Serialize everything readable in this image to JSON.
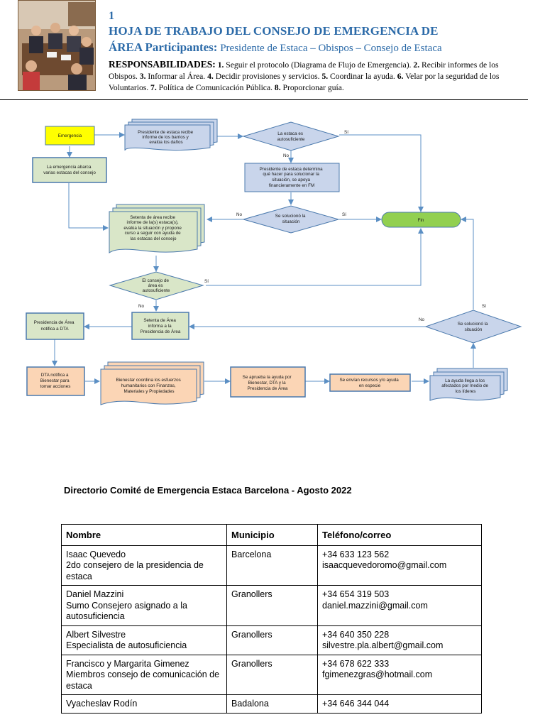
{
  "header": {
    "page_number": "1",
    "title_line1": "HOJA DE TRABAJO DEL CONSEJO DE EMERGENCIA DE",
    "title_line2_bold": "ÁREA Participantes:",
    "title_line2_rest": " Presidente de Estaca – Obispos – Consejo de Estaca",
    "responsibilities_label": "RESPONSABILIDADES:",
    "responsibilities": [
      {
        "n": "1.",
        "text": " Seguir el protocolo (Diagrama de Flujo de Emergencia). "
      },
      {
        "n": "2.",
        "text": " Recibir informes de los Obispos. "
      },
      {
        "n": "3.",
        "text": " Informar al Área. "
      },
      {
        "n": "4.",
        "text": " Decidir provisiones y servicios. "
      },
      {
        "n": "5.",
        "text": " Coordinar la ayuda. "
      },
      {
        "n": "6.",
        "text": " Velar por la seguridad de los Voluntarios. "
      },
      {
        "n": "7.",
        "text": " Política de Comunicación Pública. "
      },
      {
        "n": "8.",
        "text": " Proporcionar guía."
      }
    ]
  },
  "flowchart": {
    "emergencia": "Emergencia",
    "presidente_recibe": [
      "Presidente de estaca recibe",
      "informe  de los barrios y",
      "evalúa los daños"
    ],
    "estaca_autosuficiente": [
      "La estaca es",
      "autosuficiente"
    ],
    "presidente_determina": [
      "Presidente de estaca determina",
      "qué hacer para solucionar la",
      "situación,  se  apoya",
      "financieramente  en FM"
    ],
    "abarca": [
      "La emergencia abarca",
      "varias estacas del consejo"
    ],
    "setenta_recibe": [
      "Setenta de área recibe",
      "informe  de la(s) estaca(s),",
      "evalúa la situación y propone",
      "curso a seguir con ayuda de",
      "las estacas del consejo"
    ],
    "se_soluciono_1": [
      "Se solucionó la",
      "situación"
    ],
    "fin": "Fin",
    "consejo_autosuficiente": [
      "El consejo de",
      "área es",
      "autosuficiente"
    ],
    "setenta_informa": [
      "Setenta de Área",
      "informa a la",
      "Presidencia de Área"
    ],
    "presidencia_notifica": [
      "Presidencia de Área",
      "notifica a DTA"
    ],
    "se_soluciono_2": [
      "Se solucionó la",
      "situación"
    ],
    "dta_notifica": [
      "DTA notifica a",
      "Bienestar para",
      "tomar acciones"
    ],
    "bienestar_coordina": [
      "Bienestar coordina los esfuerzos",
      "humanitarios con Finanzas,",
      "Materiales y Propiedades"
    ],
    "aprueba": [
      "Se aprueba la ayuda por",
      "Bienestar, DTA y la",
      "Presidencia de Área"
    ],
    "envian": [
      "Se envían recursos y/o ayuda",
      "en especie"
    ],
    "ayuda_llega": [
      "La ayuda llega a los",
      "afectados por medio de",
      "los líderes"
    ],
    "yes": "Sí",
    "no": "No"
  },
  "directory": {
    "title": "Directorio Comité de Emergencia Estaca Barcelona - Agosto 2022",
    "headers": [
      "Nombre",
      "Municipio",
      "Teléfono/correo"
    ],
    "rows": [
      {
        "name": "Isaac Quevedo",
        "role": "2do consejero de la presidencia de estaca",
        "city": "Barcelona",
        "phone": "+34 633 123 562",
        "email": "isaacquevedoromo@gmail.com"
      },
      {
        "name": "Daniel Mazzini",
        "role": "Sumo Consejero asignado a la autosuficiencia",
        "city": "Granollers",
        "phone": "+34 654 319 503",
        "email": "daniel.mazzini@gmail.com"
      },
      {
        "name": "Albert Silvestre",
        "role": "Especialista de autosuficiencia",
        "city": "Granollers",
        "phone": "+34 640 350 228",
        "email": "silvestre.pla.albert@gmail.com"
      },
      {
        "name": "Francisco y Margarita Gimenez",
        "role": "Miembros consejo de comunicación de estaca",
        "city": "Granollers",
        "phone": "+34 678 622 333",
        "email": "fgimenezgras@hotmail.com"
      },
      {
        "name": "Vyacheslav Rodín",
        "role": "",
        "city": "Badalona",
        "phone": "+34 646 344 044",
        "email": ""
      }
    ]
  }
}
